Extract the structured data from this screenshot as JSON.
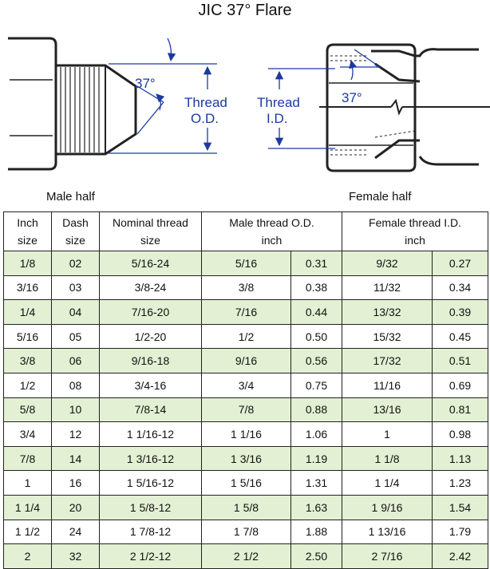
{
  "title": "JIC 37° Flare",
  "diagram": {
    "male": {
      "angle_label": "37°",
      "od_label_line1": "Thread",
      "od_label_line2": "O.D.",
      "caption": "Male half"
    },
    "female": {
      "angle_label": "37°",
      "id_label_line1": "Thread",
      "id_label_line2": "I.D.",
      "caption": "Female half"
    },
    "colors": {
      "dimension": "#1a3aa0",
      "outline": "#222222",
      "row_shade": "#e3f0d3"
    }
  },
  "table": {
    "headers": {
      "inch_size": [
        "Inch",
        "size"
      ],
      "dash_size": [
        "Dash",
        "size"
      ],
      "nominal_thread": [
        "Nominal thread",
        "size"
      ],
      "male_od": [
        "Male thread O.D.",
        "inch"
      ],
      "female_id": [
        "Female thread I.D.",
        "inch"
      ]
    },
    "rows": [
      [
        "1/8",
        "02",
        "5/16-24",
        "5/16",
        "0.31",
        "9/32",
        "0.27"
      ],
      [
        "3/16",
        "03",
        "3/8-24",
        "3/8",
        "0.38",
        "11/32",
        "0.34"
      ],
      [
        "1/4",
        "04",
        "7/16-20",
        "7/16",
        "0.44",
        "13/32",
        "0.39"
      ],
      [
        "5/16",
        "05",
        "1/2-20",
        "1/2",
        "0.50",
        "15/32",
        "0.45"
      ],
      [
        "3/8",
        "06",
        "9/16-18",
        "9/16",
        "0.56",
        "17/32",
        "0.51"
      ],
      [
        "1/2",
        "08",
        "3/4-16",
        "3/4",
        "0.75",
        "11/16",
        "0.69"
      ],
      [
        "5/8",
        "10",
        "7/8-14",
        "7/8",
        "0.88",
        "13/16",
        "0.81"
      ],
      [
        "3/4",
        "12",
        "1 1/16-12",
        "1 1/16",
        "1.06",
        "1",
        "0.98"
      ],
      [
        "7/8",
        "14",
        "1 3/16-12",
        "1 3/16",
        "1.19",
        "1 1/8",
        "1.13"
      ],
      [
        "1",
        "16",
        "1 5/16-12",
        "1 5/16",
        "1.31",
        "1 1/4",
        "1.23"
      ],
      [
        "1 1/4",
        "20",
        "1 5/8-12",
        "1 5/8",
        "1.63",
        "1 9/16",
        "1.54"
      ],
      [
        "1 1/2",
        "24",
        "1 7/8-12",
        "1 7/8",
        "1.88",
        "1 13/16",
        "1.79"
      ],
      [
        "2",
        "32",
        "2 1/2-12",
        "2 1/2",
        "2.50",
        "2 7/16",
        "2.42"
      ]
    ]
  }
}
